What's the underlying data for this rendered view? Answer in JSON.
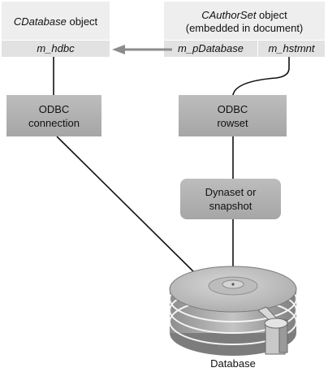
{
  "colors": {
    "header_fill": "#eeeeee",
    "member_fill": "#e2e2e2",
    "box_fill": "#b4b4b4",
    "line": "#111111",
    "pointer_arrow": "#8c8c8c",
    "disk": "#b8b8b8"
  },
  "cdatabase": {
    "class_name": "CDatabase",
    "suffix": " object",
    "member": "m_hdbc"
  },
  "cauthorset": {
    "class_name": "CAuthorSet",
    "suffix": " object",
    "subtitle": "(embedded in document)",
    "member_pointer": "m_pDatabase",
    "member_stmt": "m_hstmnt"
  },
  "odbc_connection": {
    "line1": "ODBC",
    "line2": "connection"
  },
  "odbc_rowset": {
    "line1": "ODBC",
    "line2": "rowset"
  },
  "dynaset": {
    "line1": "Dynaset or",
    "line2": "snapshot"
  },
  "database_label": "Database",
  "icons": {
    "database": "hard-disk-database-icon"
  }
}
